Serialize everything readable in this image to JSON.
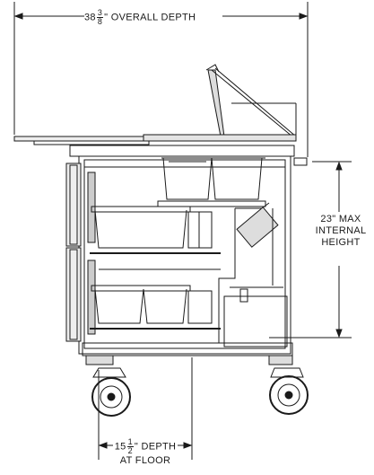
{
  "dimensions": {
    "overall_depth": {
      "whole": "38",
      "numerator": "3",
      "denominator": "8",
      "text": "\" OVERALL DEPTH"
    },
    "internal_height": {
      "line1": "23\" MAX",
      "line2": "INTERNAL",
      "line3": "HEIGHT"
    },
    "floor_depth": {
      "whole": "15",
      "numerator": "1",
      "denominator": "2",
      "text": "\" DEPTH",
      "line2": "AT FLOOR"
    }
  }
}
